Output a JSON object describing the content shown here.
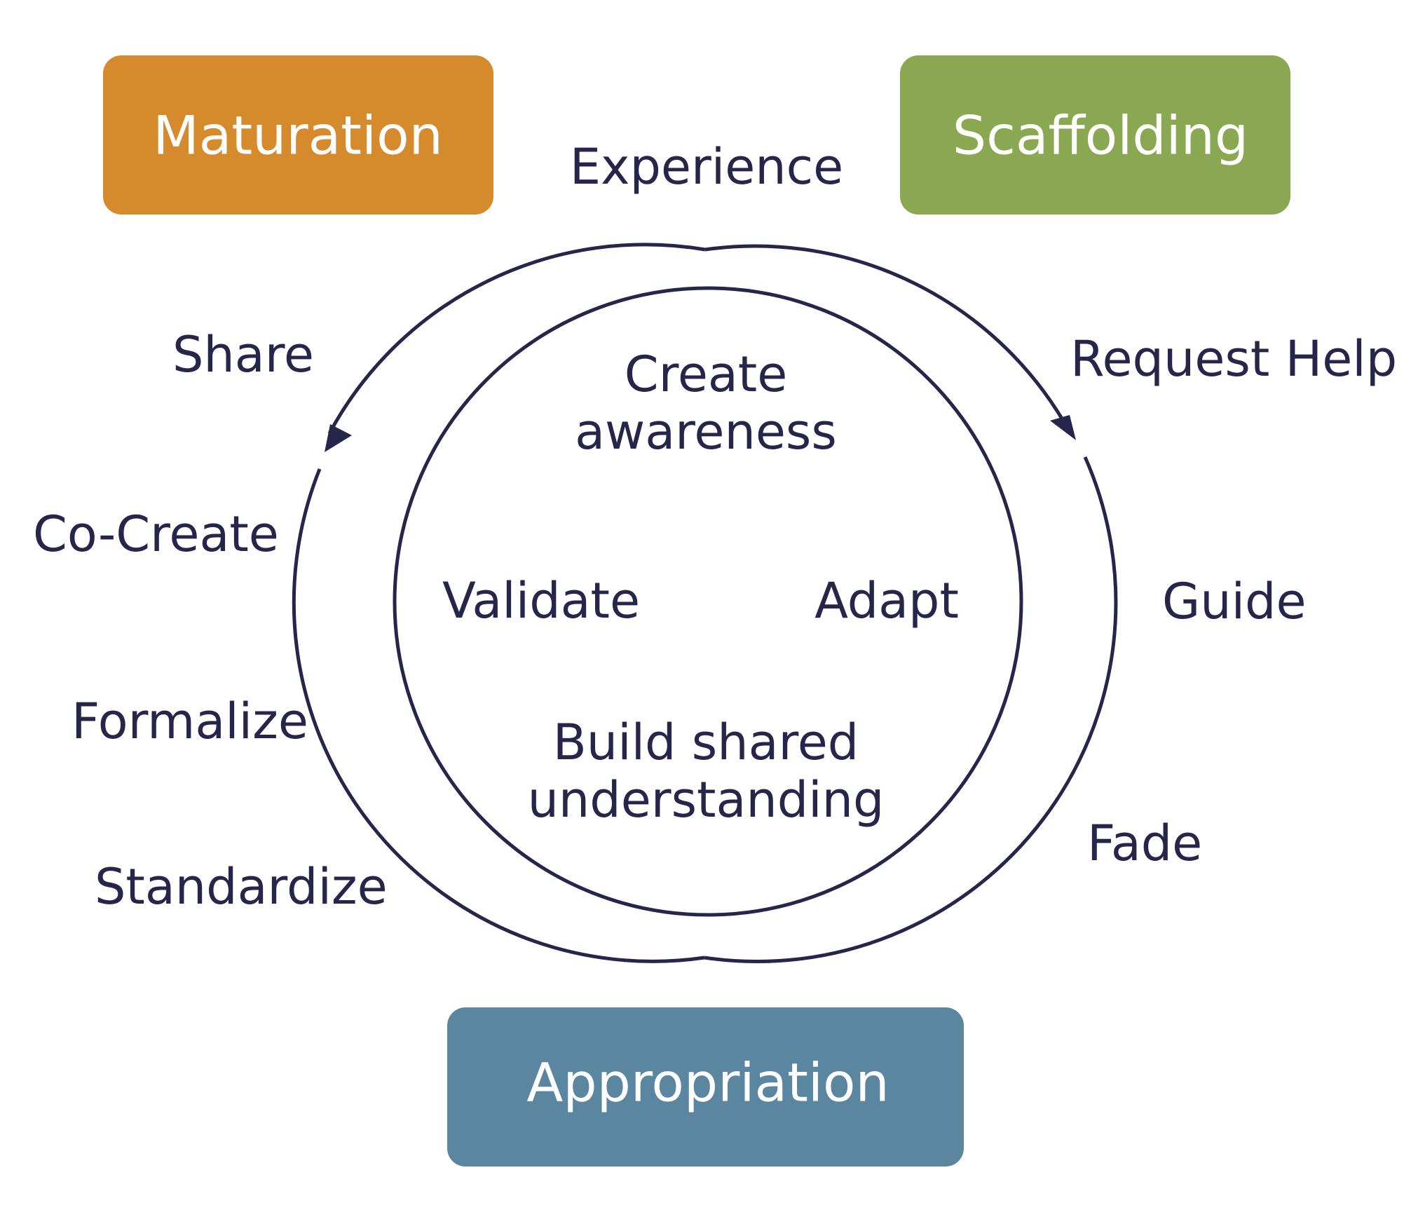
{
  "boxes": {
    "maturation": {
      "label": "Maturation",
      "color": "#d58b2c"
    },
    "scaffolding": {
      "label": "Scaffolding",
      "color": "#8aa852"
    },
    "appropriation": {
      "label": "Appropriation",
      "color": "#5a86a0"
    }
  },
  "top_label": "Experience",
  "left_labels": {
    "share": "Share",
    "co_create": "Co-Create",
    "formalize": "Formalize",
    "standardize": "Standardize"
  },
  "right_labels": {
    "request_help": "Request Help",
    "guide": "Guide",
    "fade": "Fade"
  },
  "inner_labels": {
    "create_line1": "Create",
    "create_line2": "awareness",
    "validate": "Validate",
    "adapt": "Adapt",
    "build_line1": "Build shared",
    "build_line2": "understanding"
  },
  "colors": {
    "ink": "#25264a"
  }
}
